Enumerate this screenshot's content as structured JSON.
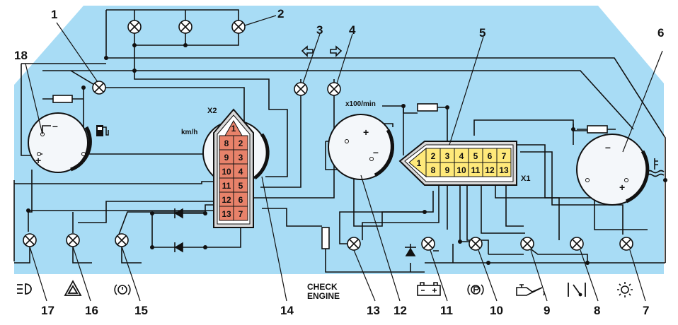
{
  "callouts": [
    "1",
    "2",
    "3",
    "4",
    "5",
    "6",
    "7",
    "8",
    "9",
    "10",
    "11",
    "12",
    "13",
    "14",
    "15",
    "16",
    "17",
    "18"
  ],
  "labels": {
    "x2": "X2",
    "x1": "X1",
    "kmh": "km/h",
    "rpm": "x100/min",
    "check_line1": "CHECK",
    "check_line2": "ENGINE",
    "plus": "+",
    "minus": "–"
  },
  "connector_x2": {
    "left": [
      "8",
      "9",
      "10",
      "11",
      "12",
      "13"
    ],
    "right": [
      "2",
      "3",
      "4",
      "5",
      "6",
      "7"
    ],
    "top": "1"
  },
  "connector_x1": {
    "top": [
      "2",
      "3",
      "4",
      "5",
      "6",
      "7"
    ],
    "bottom": [
      "8",
      "9",
      "10",
      "11",
      "12",
      "13"
    ],
    "left": "1"
  },
  "colors": {
    "panel": "#a8dcf5",
    "x2_pin": "#e8826a",
    "x1_pin": "#ffe97a",
    "wire": "#111111",
    "gauge": "#f4f7fa"
  },
  "icons": [
    "headlight-icon",
    "hazard-icon",
    "brake-icon",
    "check-engine-icon",
    "battery-icon",
    "parking-brake-icon",
    "oil-can-icon",
    "choke-icon",
    "sun-icon",
    "fuel-pump-icon",
    "coolant-icon",
    "arrow-left-icon",
    "arrow-right-icon"
  ]
}
